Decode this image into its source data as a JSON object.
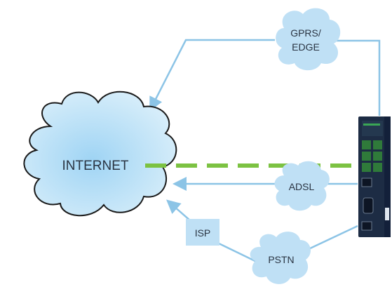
{
  "diagram": {
    "nodes": {
      "internet": {
        "label": "INTERNET"
      },
      "gprs_edge": {
        "label_line1": "GPRS/",
        "label_line2": "EDGE"
      },
      "adsl": {
        "label": "ADSL"
      },
      "pstn": {
        "label": "PSTN"
      },
      "isp": {
        "label": "ISP"
      },
      "router": {
        "label": ""
      }
    },
    "connections": [
      {
        "from": "router",
        "via": "gprs_edge",
        "to": "internet"
      },
      {
        "from": "router",
        "via": "adsl",
        "to": "internet"
      },
      {
        "from": "router",
        "via": "pstn",
        "to": "isp"
      },
      {
        "from": "isp",
        "to": "internet"
      },
      {
        "from": "router",
        "to": "internet",
        "style": "dashed"
      }
    ],
    "colors": {
      "link": "#8cc4e6",
      "cloud_fill": "#bfe0f5",
      "internet_fill": "#bfe3f7",
      "internet_outline": "#1a1a1a",
      "dashed_link": "#7cc242",
      "isp_box": "#bfe0f5",
      "router_body": "#1d2c44",
      "router_ports": "#2f7a3a"
    }
  }
}
